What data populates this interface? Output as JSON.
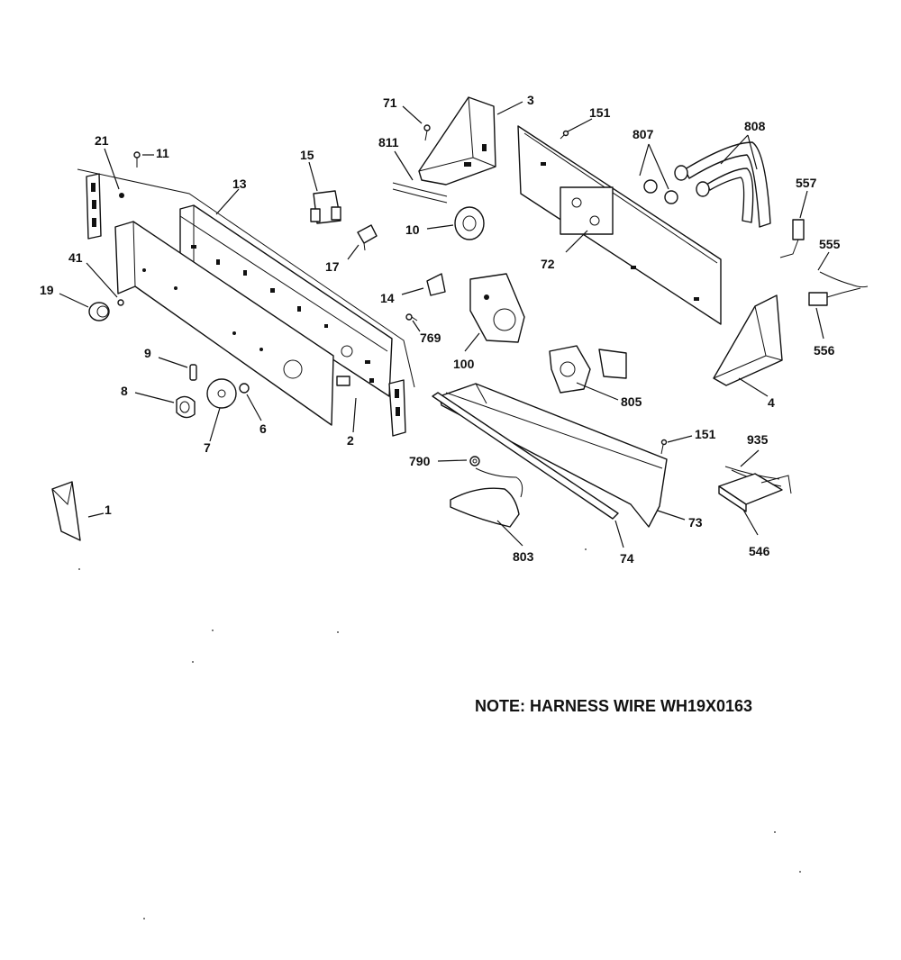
{
  "callouts": {
    "p1": "1",
    "p2": "2",
    "p3": "3",
    "p4": "4",
    "p6": "6",
    "p7": "7",
    "p8": "8",
    "p9": "9",
    "p10": "10",
    "p11": "11",
    "p13": "13",
    "p14": "14",
    "p15": "15",
    "p17": "17",
    "p19": "19",
    "p21": "21",
    "p41": "41",
    "p71": "71",
    "p72": "72",
    "p73": "73",
    "p74": "74",
    "p100": "100",
    "p151a": "151",
    "p151b": "151",
    "p546": "546",
    "p555": "555",
    "p556": "556",
    "p557": "557",
    "p769": "769",
    "p790": "790",
    "p803": "803",
    "p805": "805",
    "p807": "807",
    "p808": "808",
    "p811": "811",
    "p935": "935"
  },
  "note": "NOTE: HARNESS WIRE WH19X0163"
}
